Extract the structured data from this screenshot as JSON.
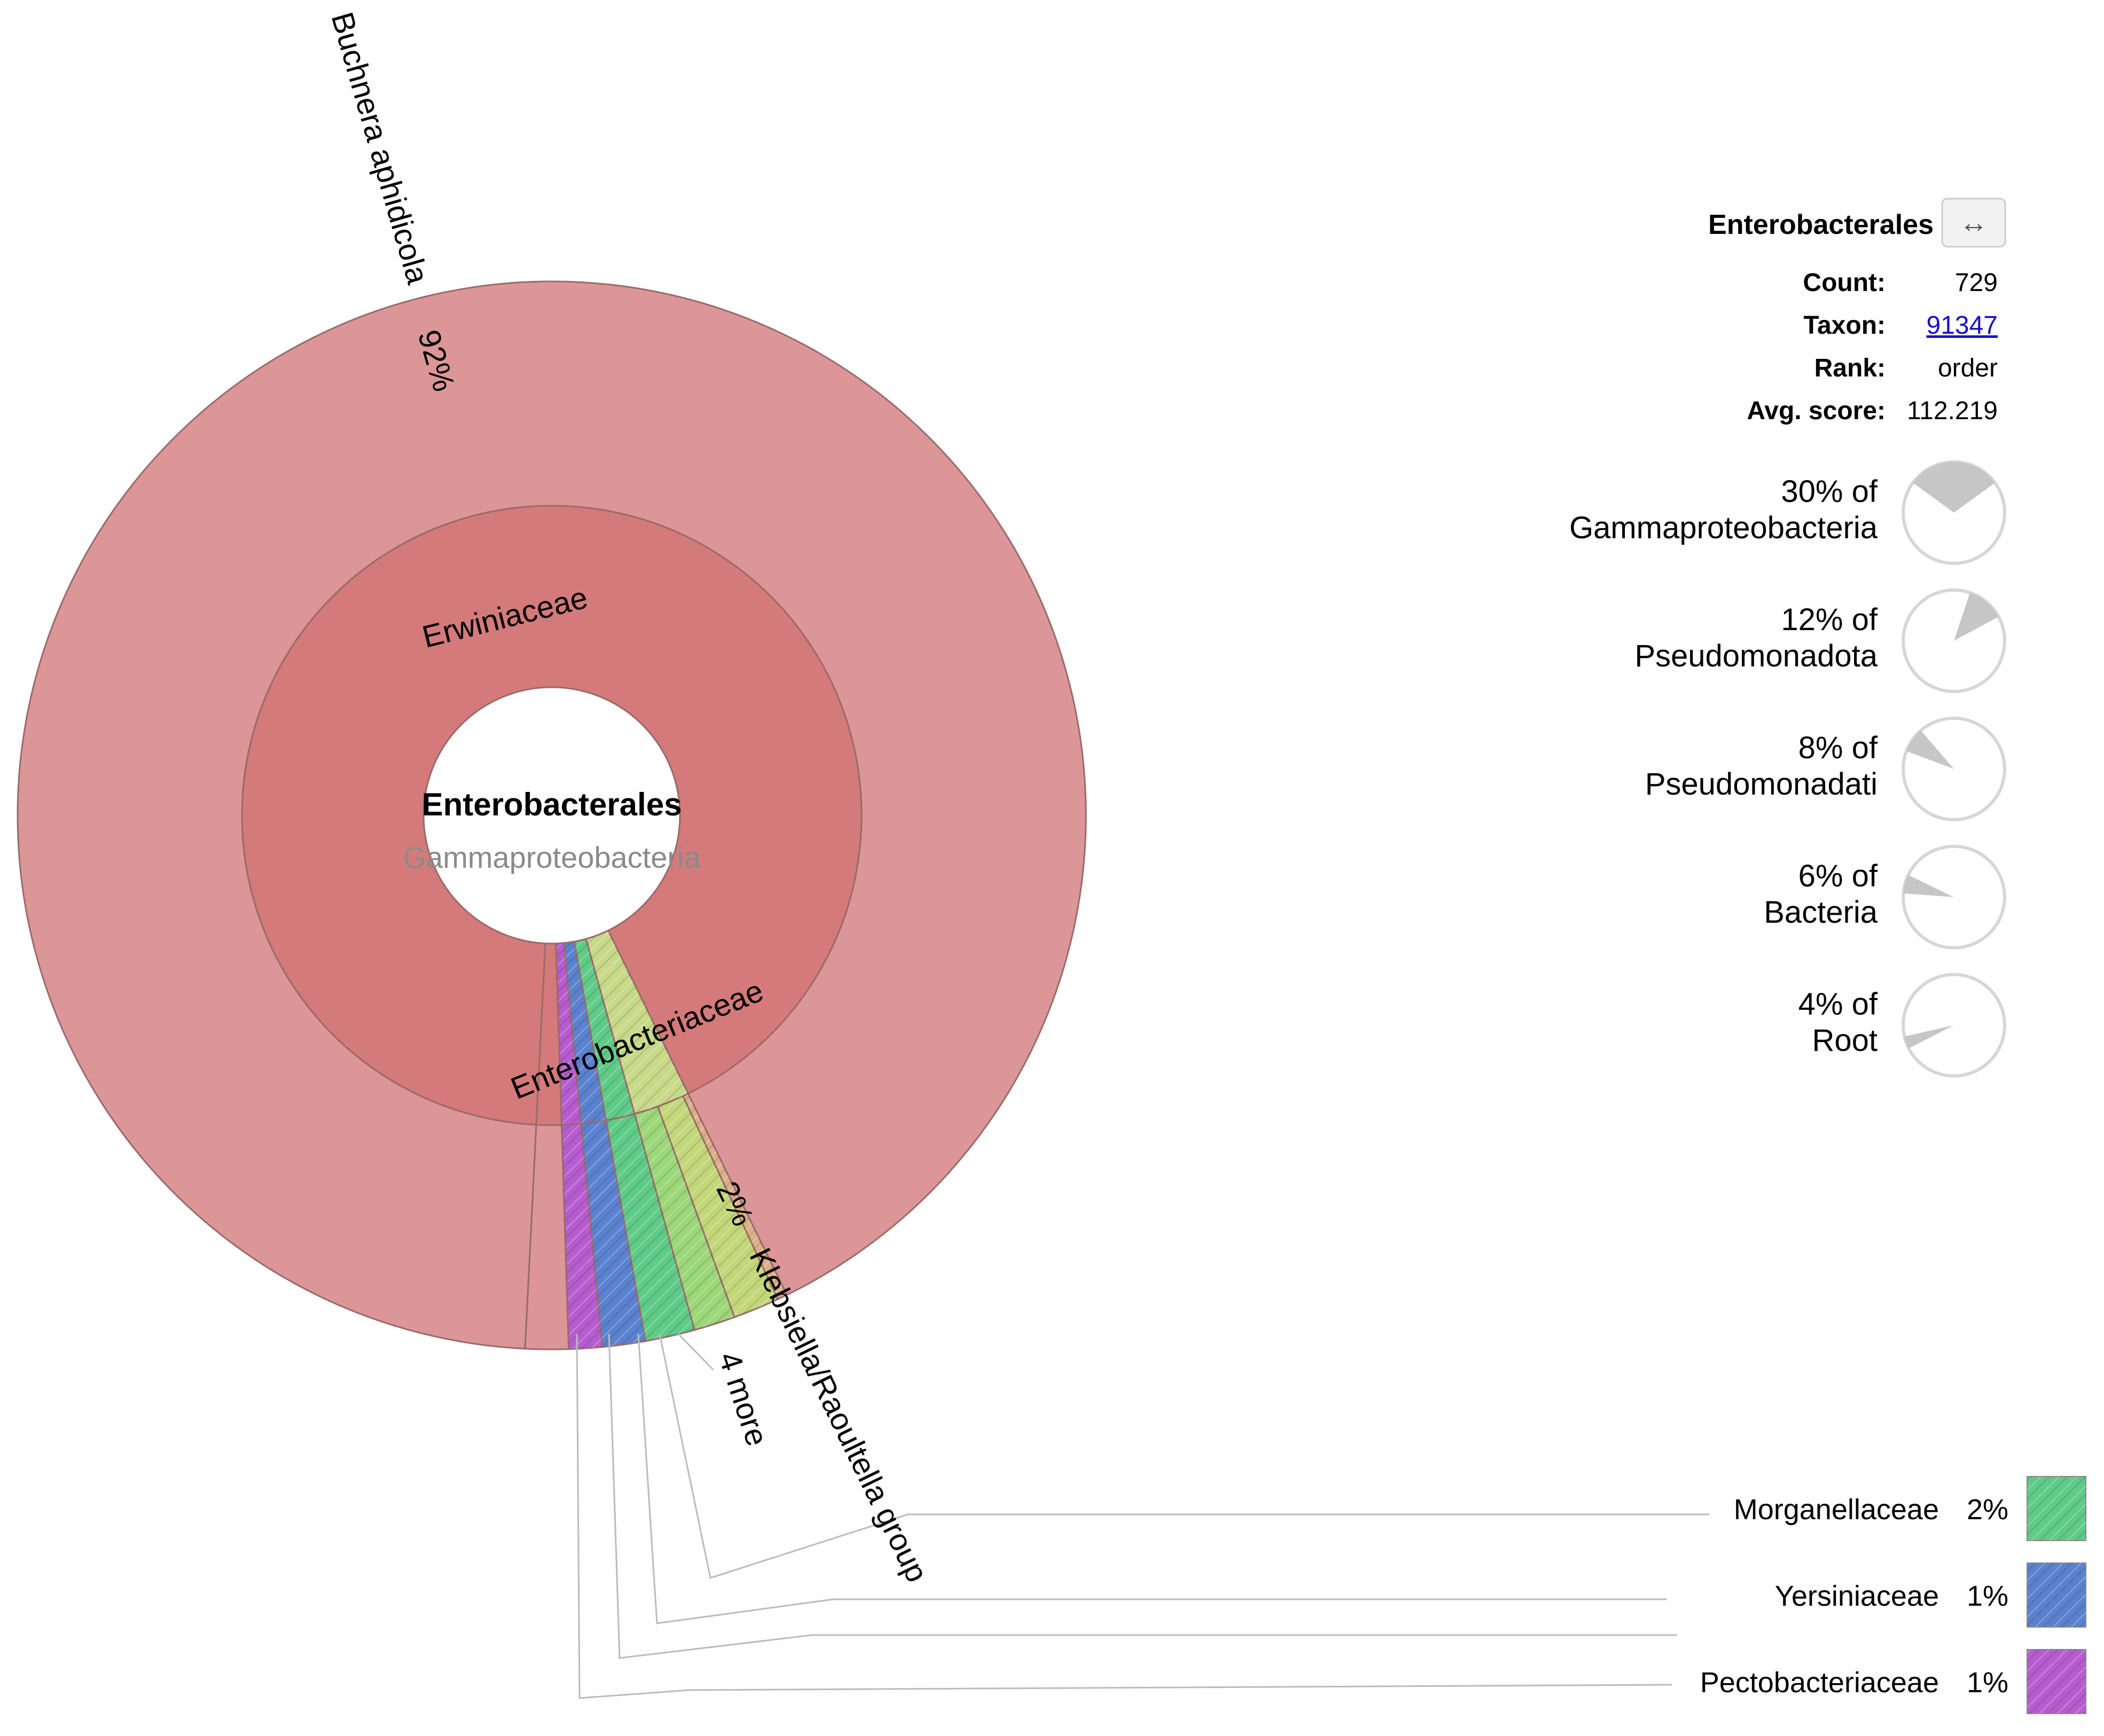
{
  "chart_data": {
    "type": "sunburst",
    "center": {
      "title": "Enterobacterales",
      "subtitle": "Gammaproteobacteria"
    },
    "rings": {
      "families": [
        {
          "name": "Erwiniaceae",
          "color": "#d47a7a",
          "start": 0.0,
          "end": 0.9195
        },
        {
          "name": "Enterobacteriaceae",
          "color": "#c8d98a",
          "start": 0.9195,
          "end": 0.949
        },
        {
          "name": "Morganellaceae",
          "color": "#5fcb88",
          "start": 0.949,
          "end": 0.964
        },
        {
          "name": "Yersiniaceae",
          "color": "#5b82cf",
          "start": 0.964,
          "end": 0.977
        },
        {
          "name": "Pectobacteriaceae",
          "color": "#b65ccf",
          "start": 0.977,
          "end": 0.987
        },
        {
          "name": "",
          "color": "#d47a7a",
          "start": 0.987,
          "end": 1.0
        }
      ],
      "species": [
        {
          "name": "Buchnera aphidicola",
          "percent": "92%",
          "color": "#dc9697",
          "start": 0.0,
          "end": 0.9195
        },
        {
          "name": "",
          "color": "#dcb088",
          "start": 0.9195,
          "end": 0.9225
        },
        {
          "name": "Klebsiella/Raoultella group",
          "percent": "2%",
          "color": "#c3d77a",
          "start": 0.9225,
          "end": 0.9365
        },
        {
          "name": "",
          "color": "#9cd77a",
          "start": 0.9365,
          "end": 0.949
        },
        {
          "name": "",
          "color": "#5fcb88",
          "start": 0.949,
          "end": 0.964
        },
        {
          "name": "",
          "color": "#5b82cf",
          "start": 0.964,
          "end": 0.977
        },
        {
          "name": "",
          "color": "#b65ccf",
          "start": 0.977,
          "end": 0.987
        },
        {
          "name": "",
          "color": "#dc9697",
          "start": 0.987,
          "end": 1.0
        }
      ]
    },
    "wedge_labels": {
      "erwiniaceae": "Erwiniaceae",
      "enterobacteriaceae": "Enterobacteriaceae",
      "buchnera": "Buchnera aphidicola",
      "buchnera_pct": "92%",
      "klebsiella": "Klebsiella/Raoultella group",
      "klebsiella_pct": "2%",
      "more": "4 more"
    },
    "legend": [
      {
        "name": "Morganellaceae",
        "percent": "2%",
        "color": "#5fcb88"
      },
      {
        "name": "Yersiniaceae",
        "percent": "1%",
        "color": "#5b82cf"
      },
      {
        "name": "Pectobacteriaceae",
        "percent": "1%",
        "color": "#b65ccf"
      }
    ],
    "info": {
      "title": "Enterobacterales",
      "expand_icon": "double-arrow-icon",
      "expand_symbol": "↔",
      "count_label": "Count:",
      "count": "729",
      "taxon_label": "Taxon:",
      "taxon": "91347",
      "rank_label": "Rank:",
      "rank": "order",
      "score_label": "Avg. score:",
      "score": "112.219"
    },
    "ancestors": [
      {
        "line1": "30% of",
        "line2": "Gammaproteobacteria",
        "fraction": 0.3
      },
      {
        "line1": "12% of",
        "line2": "Pseudomonadota",
        "fraction": 0.12
      },
      {
        "line1": "8% of",
        "line2": "Pseudomonadati",
        "fraction": 0.08
      },
      {
        "line1": "6% of",
        "line2": "Bacteria",
        "fraction": 0.06
      },
      {
        "line1": "4% of",
        "line2": "Root",
        "fraction": 0.04
      }
    ],
    "link_color": "#1a0dcc"
  }
}
